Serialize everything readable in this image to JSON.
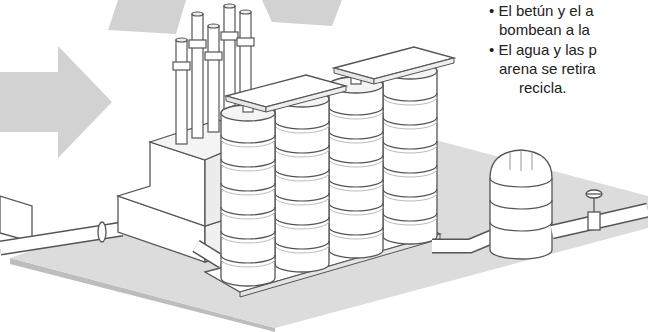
{
  "diagram": {
    "labels": [
      "• El betún y el a",
      "bombean a la",
      "• El agua y las p",
      "arena se retira",
      "recicla."
    ]
  }
}
